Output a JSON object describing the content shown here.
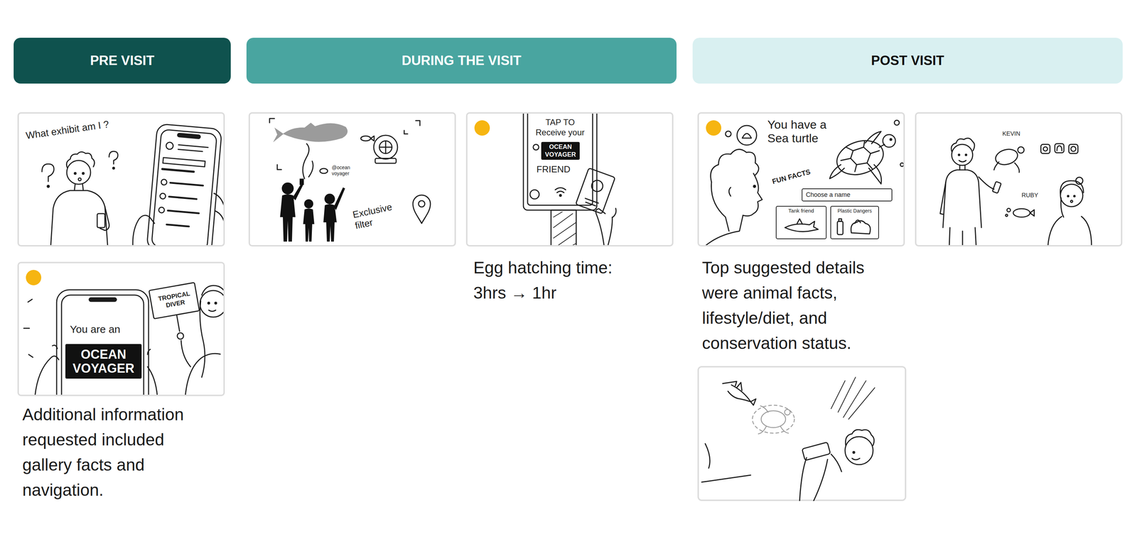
{
  "diagram": {
    "nodes": [
      {
        "text": [
          "PRE VISIT"
        ]
      },
      {
        "text": [
          "DURING THE VISIT"
        ]
      },
      {
        "text": [
          "POST VISIT"
        ]
      },
      {
        "text": [
          "What exhibit am I ?"
        ]
      },
      {
        "text": [
          "You are an",
          "OCEAN VOYAGER",
          "TROPICAL DIVER"
        ]
      },
      {
        "text": [
          "@ocean voyager",
          "Exclusive filter"
        ]
      },
      {
        "text": [
          "TAP TO Receive your",
          "OCEAN VOYAGER",
          "FRIEND"
        ]
      },
      {
        "text": [
          "You have a Sea turtle",
          "FUN FACTS"
        ]
      },
      {
        "text": [
          "Choose a name"
        ],
        "in": 7
      },
      {
        "text": [
          "Tank friend"
        ],
        "in": 7
      },
      {
        "text": [
          "Plastic Dangers"
        ],
        "in": 7
      },
      {
        "text": [
          "KEVIN",
          "RUBY"
        ]
      }
    ],
    "labels": [
      "Additional information requested included gallery facts and navigation.",
      "Egg hatching time: 3hrs → 1hr",
      "Top suggested details were animal facts, lifestyle/diet, and conservation status."
    ]
  }
}
